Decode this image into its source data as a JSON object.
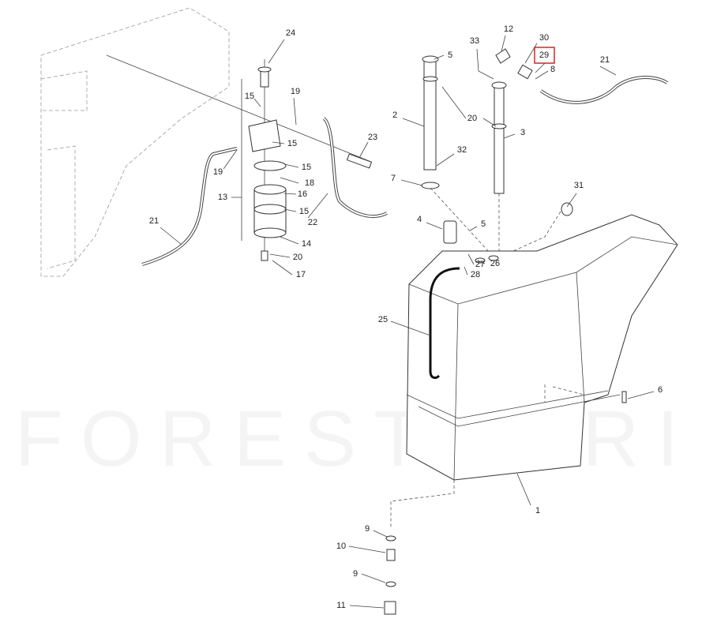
{
  "diagram": {
    "watermark": "FORESTAGRI",
    "highlight_color": "#e02020",
    "highlighted_callout": "29",
    "callouts": [
      {
        "id": "24"
      },
      {
        "id": "15"
      },
      {
        "id": "19"
      },
      {
        "id": "15"
      },
      {
        "id": "19"
      },
      {
        "id": "15"
      },
      {
        "id": "18"
      },
      {
        "id": "16"
      },
      {
        "id": "13"
      },
      {
        "id": "15"
      },
      {
        "id": "23"
      },
      {
        "id": "22"
      },
      {
        "id": "21"
      },
      {
        "id": "14"
      },
      {
        "id": "20"
      },
      {
        "id": "17"
      },
      {
        "id": "5"
      },
      {
        "id": "33"
      },
      {
        "id": "12"
      },
      {
        "id": "30"
      },
      {
        "id": "29"
      },
      {
        "id": "8"
      },
      {
        "id": "21"
      },
      {
        "id": "2"
      },
      {
        "id": "20"
      },
      {
        "id": "3"
      },
      {
        "id": "32"
      },
      {
        "id": "7"
      },
      {
        "id": "31"
      },
      {
        "id": "4"
      },
      {
        "id": "5"
      },
      {
        "id": "27"
      },
      {
        "id": "26"
      },
      {
        "id": "28"
      },
      {
        "id": "25"
      },
      {
        "id": "6"
      },
      {
        "id": "1"
      },
      {
        "id": "9"
      },
      {
        "id": "10"
      },
      {
        "id": "9"
      },
      {
        "id": "11"
      }
    ]
  }
}
